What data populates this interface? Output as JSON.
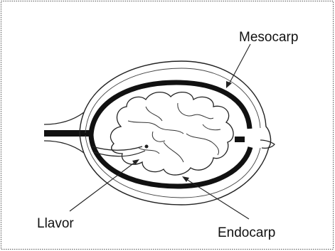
{
  "diagram": {
    "labels": {
      "mesocarp": "Mesocarp",
      "llavor": "Llavor",
      "endocarp": "Endocarp"
    }
  }
}
